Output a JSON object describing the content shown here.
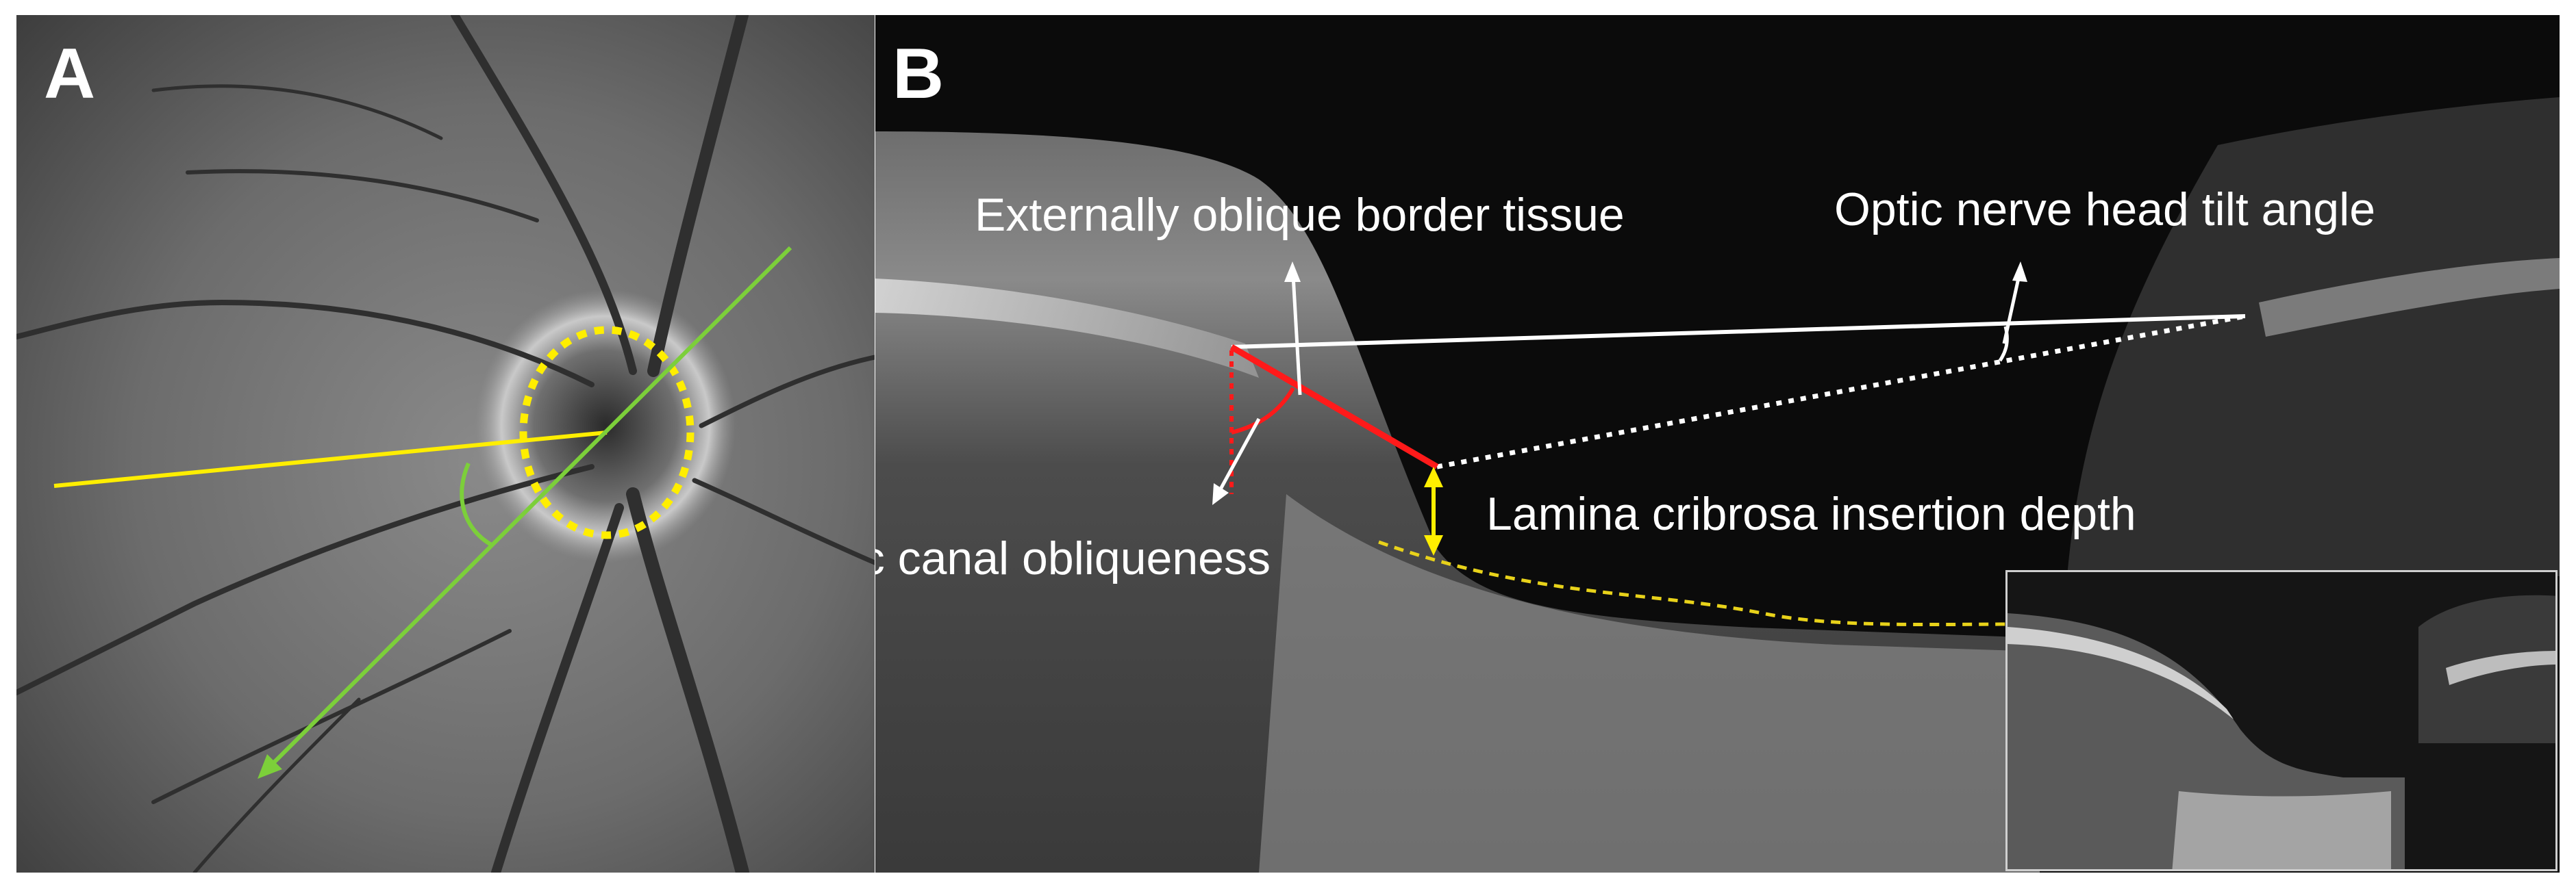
{
  "panels": {
    "a": {
      "letter": "A"
    },
    "b": {
      "letter": "B",
      "labels": {
        "border_tissue": "Externally oblique border tissue",
        "tilt_angle": "Optic nerve head tilt angle",
        "lamina_depth": "Lamina cribrosa insertion depth",
        "canal_obliqueness": "Optic canal obliqueness"
      }
    }
  },
  "colors": {
    "disc_outline": "#ffee00",
    "horizontal_line": "#ffee00",
    "axis_line": "#7ccf3a",
    "red_lines": "#ff1a1a",
    "white_lines": "#ffffff",
    "depth_arrow": "#ffee00",
    "lamina_trace": "#e8d21a"
  }
}
